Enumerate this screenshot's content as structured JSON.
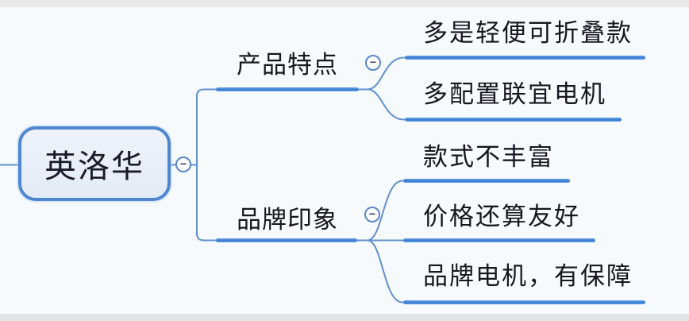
{
  "root": {
    "label": "英洛华",
    "collapse_icon": "−"
  },
  "branches": [
    {
      "label": "产品特点",
      "collapse_icon": "−",
      "children": [
        {
          "label": "多是轻便可折叠款"
        },
        {
          "label": "多配置联宜电机"
        }
      ]
    },
    {
      "label": "品牌印象",
      "collapse_icon": "−",
      "children": [
        {
          "label": "款式不丰富"
        },
        {
          "label": "价格还算友好"
        },
        {
          "label": "品牌电机，有保障"
        }
      ]
    }
  ],
  "colors": {
    "topic_line": "#3e82d6",
    "connector_line": "#6090cd",
    "root_border": "#4e86d0",
    "root_fill": "#e7eef8",
    "text": "#17171f",
    "background": "#f6fafd"
  }
}
